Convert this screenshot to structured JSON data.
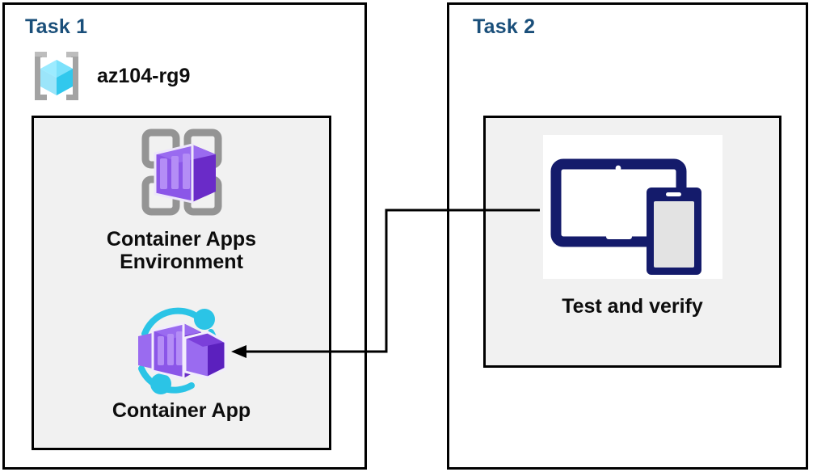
{
  "diagram": {
    "background_color": "#ffffff",
    "title_color": "#1A4F7A",
    "panel_color": "#F1F1F1",
    "border_color": "#000000",
    "connector_color": "#000000"
  },
  "task1": {
    "title": "Task 1",
    "resource_group": {
      "icon": "azure-resource-group-icon",
      "label": "az104-rg9"
    },
    "nodes": [
      {
        "icon": "container-apps-environment-icon",
        "label": "Container Apps\nEnvironment"
      },
      {
        "icon": "container-app-icon",
        "label": "Container App"
      }
    ]
  },
  "task2": {
    "title": "Task 2",
    "nodes": [
      {
        "icon": "devices-test-icon",
        "label": "Test and verify"
      }
    ]
  },
  "connector": {
    "name": "test-to-container-app-arrow",
    "from": "Test and verify",
    "to": "Container App",
    "direction": "right-to-left",
    "arrowhead": "left"
  }
}
